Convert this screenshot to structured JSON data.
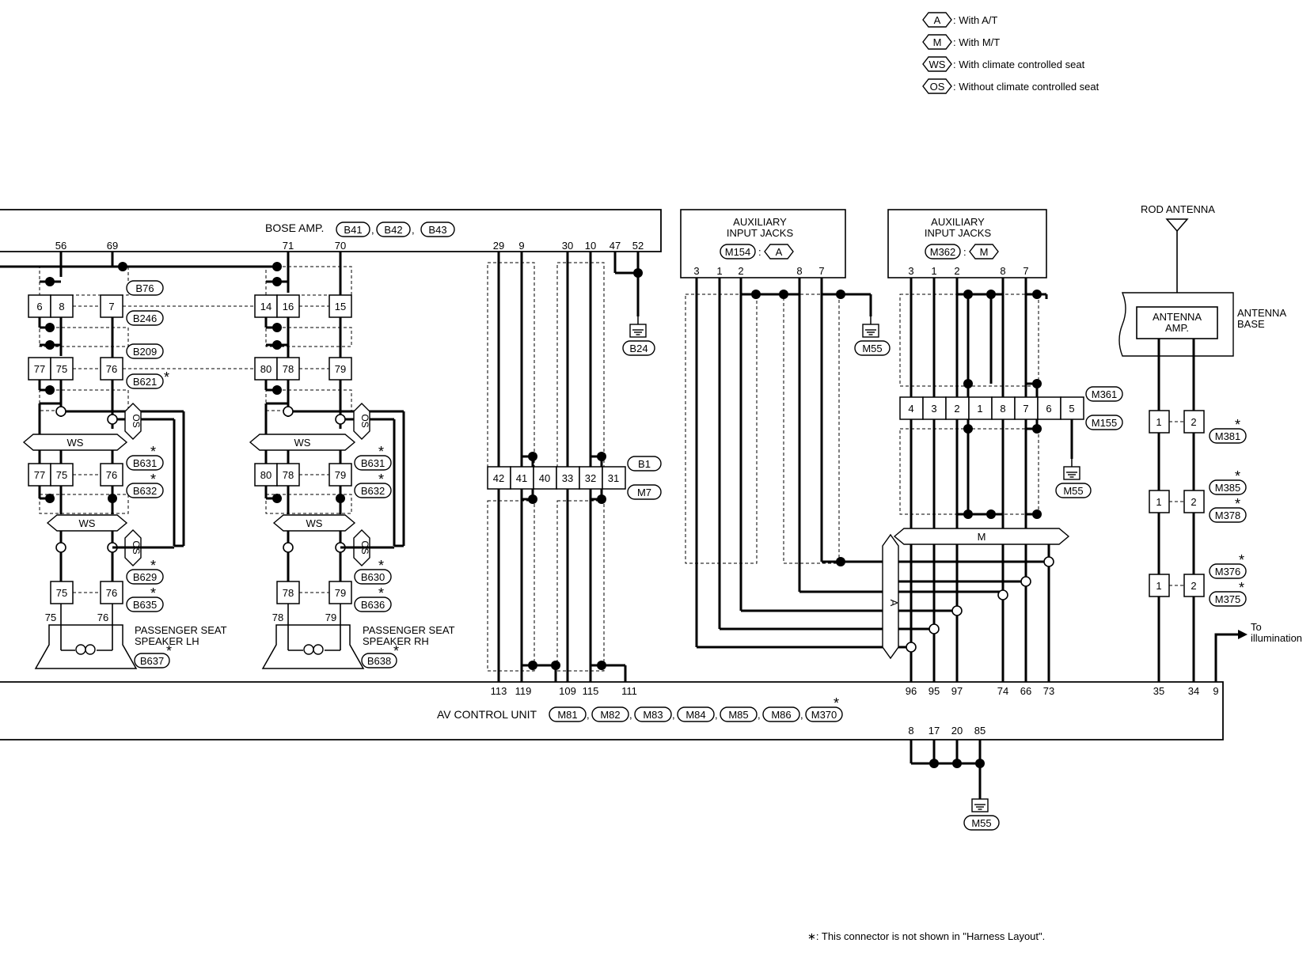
{
  "legend": {
    "items": [
      {
        "code": "A",
        "text": ": With A/T"
      },
      {
        "code": "M",
        "text": ": With M/T"
      },
      {
        "code": "WS",
        "text": ": With climate controlled seat"
      },
      {
        "code": "OS",
        "text": ": Without climate controlled seat"
      }
    ]
  },
  "bose_amp": {
    "label": "BOSE AMP.",
    "connectors": [
      "B41",
      "B42",
      "B43"
    ],
    "pins_left": [
      "56",
      "69",
      "71",
      "70"
    ],
    "pins_right": [
      "29",
      "9",
      "30",
      "10",
      "47",
      "52"
    ],
    "ground": "B24"
  },
  "lh": {
    "conn1": {
      "pins": [
        "6",
        "8",
        "7"
      ],
      "ids": [
        "B76",
        "B246"
      ]
    },
    "conn2": {
      "pins": [
        "77",
        "75",
        "76"
      ],
      "ids": [
        "B209",
        "B621"
      ]
    },
    "ws_label": "WS",
    "os_label": "OS",
    "conn3": {
      "pins": [
        "77",
        "75",
        "76"
      ],
      "ids": [
        "B631",
        "B632"
      ]
    },
    "conn4": {
      "pins": [
        "75",
        "76"
      ],
      "ids": [
        "B629",
        "B635"
      ]
    },
    "speaker_pins": [
      "75",
      "76"
    ],
    "speaker_label_1": "PASSENGER SEAT",
    "speaker_label_2": "SPEAKER LH",
    "speaker_conn": "B637"
  },
  "rh": {
    "conn1": {
      "pins": [
        "14",
        "16",
        "15"
      ]
    },
    "conn2": {
      "pins": [
        "80",
        "78",
        "79"
      ]
    },
    "ws_label": "WS",
    "os_label": "OS",
    "conn3": {
      "pins": [
        "80",
        "78",
        "79"
      ],
      "ids": [
        "B631",
        "B632"
      ]
    },
    "conn4": {
      "pins": [
        "78",
        "79"
      ],
      "ids": [
        "B630",
        "B636"
      ]
    },
    "speaker_pins": [
      "78",
      "79"
    ],
    "speaker_label_1": "PASSENGER SEAT",
    "speaker_label_2": "SPEAKER RH",
    "speaker_conn": "B638"
  },
  "middle": {
    "pins": [
      "42",
      "41",
      "40",
      "33",
      "32",
      "31"
    ],
    "ids": [
      "B1",
      "M7"
    ],
    "bottom_pins": [
      "113",
      "119",
      "109",
      "115",
      "111"
    ]
  },
  "aux_a": {
    "title_1": "AUXILIARY",
    "title_2": "INPUT JACKS",
    "conn": "M154",
    "code": "A",
    "pins": [
      "3",
      "1",
      "2",
      "8",
      "7"
    ],
    "ground": "M55"
  },
  "aux_m": {
    "title_1": "AUXILIARY",
    "title_2": "INPUT JACKS",
    "conn": "M362",
    "code": "M",
    "pins": [
      "3",
      "1",
      "2",
      "8",
      "7"
    ],
    "joint_pins": [
      "4",
      "3",
      "2",
      "1",
      "8",
      "7",
      "6",
      "5"
    ],
    "joint_ids": [
      "M361",
      "M155"
    ],
    "ground": "M55",
    "m_label": "M",
    "a_label": "A"
  },
  "antenna": {
    "rod_label": "ROD ANTENNA",
    "amp_1": "ANTENNA",
    "amp_2": "AMP.",
    "base_1": "ANTENNA",
    "base_2": "BASE",
    "conn_pins": [
      "1",
      "2"
    ],
    "ids": [
      "M381",
      "M385",
      "M378",
      "M376",
      "M375"
    ]
  },
  "illum": {
    "line1": "To",
    "line2": "illumination"
  },
  "av_unit": {
    "label": "AV CONTROL UNIT",
    "connectors": [
      "M81",
      "M82",
      "M83",
      "M84",
      "M85",
      "M86",
      "M370"
    ],
    "top_pins": [
      "96",
      "95",
      "97",
      "74",
      "66",
      "73",
      "35",
      "34",
      "9"
    ],
    "ground_pins": [
      "8",
      "17",
      "20",
      "85"
    ],
    "ground": "M55"
  },
  "footnote": "∗: This connector is not shown in \"Harness Layout\"."
}
